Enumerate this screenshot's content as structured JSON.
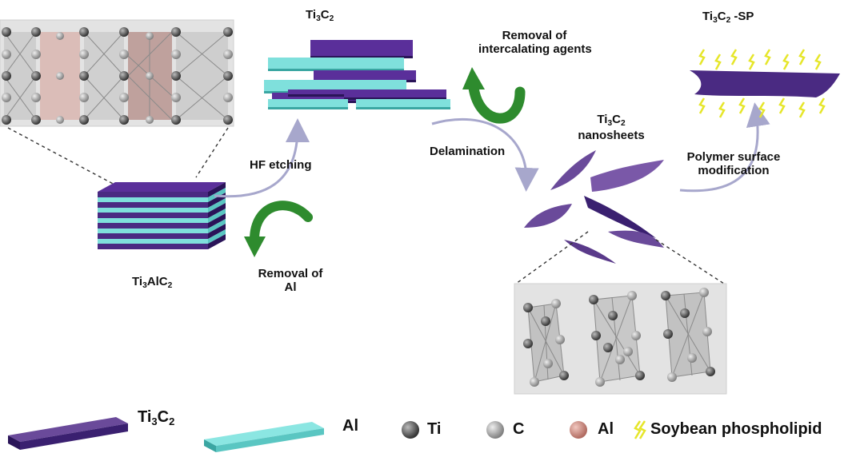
{
  "labels": {
    "ti3c2_top": {
      "base": "Ti",
      "s1": "3",
      "mid": "C",
      "s2": "2",
      "tail": ""
    },
    "ti3alc2": {
      "base": "Ti",
      "s1": "3",
      "mid": "AlC",
      "s2": "2",
      "tail": ""
    },
    "ti3c2_sp": {
      "base": "Ti",
      "s1": "3",
      "mid": "C",
      "s2": "2",
      "tail": " -SP"
    },
    "ti3c2_nano": {
      "base": "Ti",
      "s1": "3",
      "mid": "C",
      "s2": "2",
      "line2": "nanosheets"
    },
    "hf_etching": "HF etching",
    "removal_al": {
      "line1": "Removal of",
      "line2": "Al"
    },
    "removal_intercalating": {
      "line1": "Removal of",
      "line2": "intercalating agents"
    },
    "delamination": "Delamination",
    "polymer_mod": {
      "line1": "Polymer surface",
      "line2": "modification"
    }
  },
  "legend": {
    "ti3c2": {
      "base": "Ti",
      "s1": "3",
      "mid": "C",
      "s2": "2"
    },
    "al_layer": "Al",
    "ti_atom": "Ti",
    "c_atom": "C",
    "al_atom": "Al",
    "soybean": "Soybean phospholipid"
  },
  "colors": {
    "ti3c2_layer": "#4a2a82",
    "al_layer": "#7fe0dc",
    "nanosheet": "#6a4a9a",
    "arrow_gray": "#b8b8d8",
    "arrow_green": "#2e8b2e",
    "ti_atom": "#555555",
    "c_atom": "#9a9a9a",
    "al_atom": "#c98a80",
    "phospholipid": "#e6e62a"
  }
}
